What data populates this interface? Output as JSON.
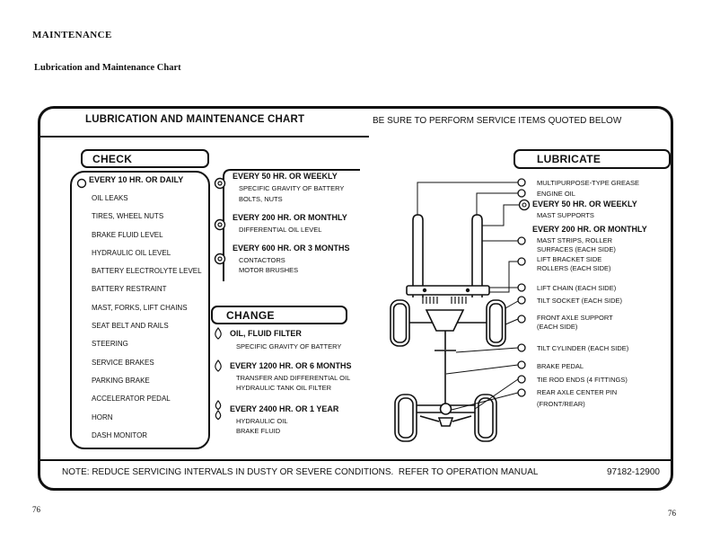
{
  "page": {
    "header": "MAINTENANCE",
    "subtitle": "Lubrication and Maintenance Chart",
    "page_number_left": "76",
    "page_number_right": "76"
  },
  "chart": {
    "title": "LUBRICATION AND MAINTENANCE CHART",
    "banner": "BE SURE TO PERFORM SERVICE ITEMS QUOTED BELOW",
    "note": "NOTE: REDUCE SERVICING INTERVALS IN DUSTY OR SEVERE CONDITIONS.  REFER TO OPERATION MANUAL",
    "part_number": "97182-12900"
  },
  "colors": {
    "ink": "#111111",
    "paper": "#ffffff"
  },
  "symbols": {
    "check_point": "circle-outline-icon",
    "interval_point": "double-circle-icon",
    "change_point": "oil-drop-icon",
    "lube_point": "circle-outline-icon"
  },
  "check": {
    "label": "CHECK",
    "interval_header": "EVERY 10 HR. OR DAILY",
    "items": [
      "OIL LEAKS",
      "TIRES, WHEEL NUTS",
      "BRAKE FLUID LEVEL",
      "HYDRAULIC OIL LEVEL",
      "BATTERY ELECTROLYTE LEVEL",
      "BATTERY RESTRAINT",
      "MAST, FORKS, LIFT CHAINS",
      "SEAT BELT AND RAILS",
      "STEERING",
      "SERVICE BRAKES",
      "PARKING BRAKE",
      "ACCELERATOR PEDAL",
      "HORN",
      "DASH MONITOR"
    ]
  },
  "intervals": {
    "groups": [
      {
        "header": "EVERY 50 HR. OR WEEKLY",
        "items": [
          "SPECIFIC GRAVITY OF BATTERY",
          "BOLTS, NUTS"
        ]
      },
      {
        "header": "EVERY 200 HR. OR MONTHLY",
        "items": [
          "DIFFERENTIAL OIL LEVEL"
        ]
      },
      {
        "header": "EVERY 600 HR. OR 3 MONTHS",
        "items": [
          "CONTACTORS",
          "MOTOR BRUSHES"
        ]
      }
    ]
  },
  "change": {
    "label": "CHANGE",
    "groups": [
      {
        "header": "OIL, FLUID FILTER",
        "items": [
          "SPECIFIC GRAVITY OF BATTERY"
        ]
      },
      {
        "header": "EVERY 1200 HR. OR 6 MONTHS",
        "items": [
          "TRANSFER AND DIFFERENTIAL OIL",
          "HYDRAULIC TANK OIL FILTER"
        ]
      },
      {
        "header": "EVERY 2400 HR. OR 1 YEAR",
        "items": [
          "HYDRAULIC OIL",
          "BRAKE FLUID"
        ]
      }
    ]
  },
  "lubricate": {
    "label": "LUBRICATE",
    "lines": [
      "MULTIPURPOSE-TYPE GREASE",
      "ENGINE OIL",
      "EVERY 50 HR. OR WEEKLY",
      "MAST SUPPORTS",
      "EVERY 200 HR. OR MONTHLY",
      "MAST STRIPS, ROLLER",
      "SURFACES (EACH SIDE)",
      "LIFT BRACKET SIDE",
      "ROLLERS (EACH SIDE)",
      "LIFT CHAIN (EACH SIDE)",
      "TILT SOCKET (EACH SIDE)",
      "FRONT AXLE SUPPORT",
      "(EACH SIDE)",
      "TILT CYLINDER (EACH SIDE)",
      "BRAKE PEDAL",
      "TIE ROD ENDS (4 FITTINGS)",
      "REAR AXLE CENTER PIN",
      "(FRONT/REAR)"
    ]
  }
}
